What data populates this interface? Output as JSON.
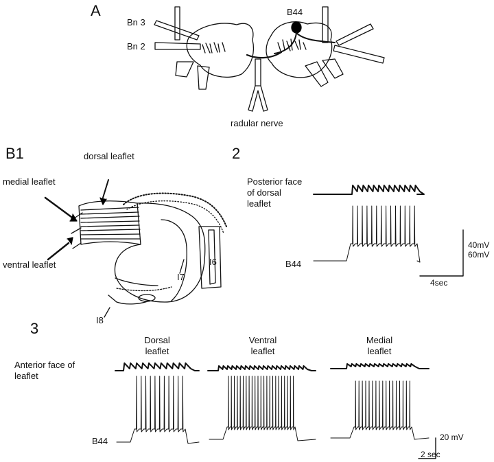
{
  "panels": {
    "a": "A",
    "b1": "B1",
    "b2": "2",
    "b3": "3"
  },
  "panel_a": {
    "bn3": "Bn 3",
    "bn2": "Bn 2",
    "b44": "B44",
    "radular": "radular nerve"
  },
  "panel_b1": {
    "dorsal": "dorsal leaflet",
    "medial": "medial leaflet",
    "ventral": "ventral leaflet",
    "i6": "I6",
    "i7": "I7",
    "i8": "I8"
  },
  "panel_b2": {
    "trace_label_1": "Posterior face",
    "trace_label_2": "of  dorsal",
    "trace_label_3": "leaflet",
    "b44": "B44",
    "scale_v1": "40mV",
    "scale_v2": "60mV",
    "scale_t": "4sec"
  },
  "panel_b3": {
    "top_label_1": "Anterior face of",
    "top_label_2": "leaflet",
    "dorsal_1": "Dorsal",
    "dorsal_2": "leaflet",
    "ventral_1": "Ventral",
    "ventral_2": "leaflet",
    "medial_1": "Medial",
    "medial_2": "leaflet",
    "b44": "B44",
    "scale_v": "20 mV",
    "scale_t": "2 sec"
  }
}
